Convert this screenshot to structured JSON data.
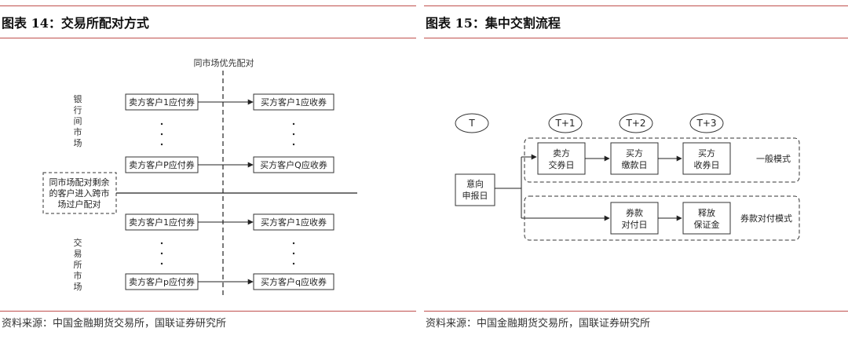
{
  "fig14": {
    "title": "图表 14：交易所配对方式",
    "top_label": "同市场优先配对",
    "interbank_label": "银行间市场",
    "exchange_label": "交易所市场",
    "cross_note": [
      "同市场配对剩余",
      "的客户进入跨市",
      "场过户配对"
    ],
    "rows": [
      {
        "seller": "卖方客户1应付券",
        "buyer": "买方客户1应收券"
      },
      {
        "seller": "卖方客户P应付券",
        "buyer": "买方客户Q应收券"
      },
      {
        "seller": "卖方客户1应付券",
        "buyer": "买方客户1应收券"
      },
      {
        "seller": "卖方客户p应付券",
        "buyer": "买方客户q应收券"
      }
    ],
    "source": "资料来源：中国金融期货交易所，国联证券研究所"
  },
  "fig15": {
    "title": "图表 15：集中交割流程",
    "timeline": [
      "T",
      "T+1",
      "T+2",
      "T+3"
    ],
    "start_box": [
      "意向",
      "申报日"
    ],
    "general_mode": {
      "label": "一般模式",
      "steps": [
        [
          "卖方",
          "交券日"
        ],
        [
          "买方",
          "缴款日"
        ],
        [
          "买方",
          "收券日"
        ]
      ]
    },
    "dvp_mode": {
      "label": "券款对付模式",
      "steps": [
        [
          "券款",
          "对付日"
        ],
        [
          "释放",
          "保证金"
        ]
      ]
    },
    "source": "资料来源：中国金融期货交易所，国联证券研究所"
  },
  "colors": {
    "rule": "#c0504d",
    "line": "#222222"
  }
}
